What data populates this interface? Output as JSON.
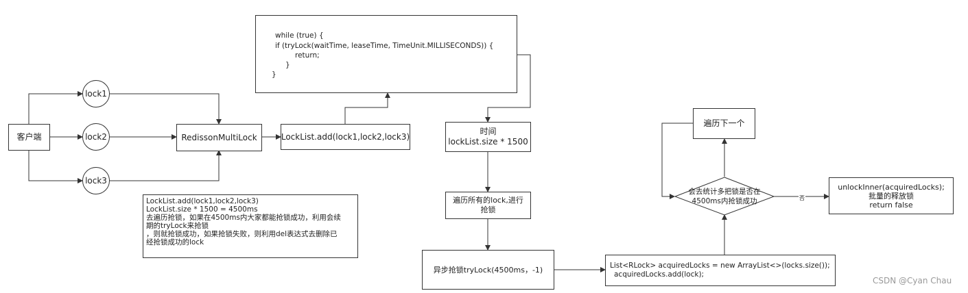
{
  "nodes": {
    "client": "客户端",
    "lock1": "lock1",
    "lock2": "lock2",
    "lock3": "lock3",
    "multilock": "RedissonMultiLock",
    "lock_list_add": "LockList.add(lock1,lock2,lock3)",
    "time_line1": "时间",
    "time_line2": "lockList.size * 1500",
    "iterate_line1": "遍历所有的lock,进行",
    "iterate_line2": "抢锁",
    "async_try": "异步抢锁tryLock(4500ms，-1)",
    "acquired_line1": "List<RLock> acquiredLocks = new ArrayList<>(locks.size());",
    "acquired_line2": "acquiredLocks.add(lock);",
    "decision_line1": "会去统计多把锁是否在",
    "decision_line2": "4500ms内抢锁成功",
    "next": "遍历下一个",
    "unlock_line1": "unlockInner(acquiredLocks);",
    "unlock_line2": "批量的释放锁",
    "unlock_line3": "return false",
    "no_label": "否"
  },
  "code_block": {
    "lines": [
      "while (true) {",
      "if (tryLock(waitTime, leaseTime, TimeUnit.MILLISECONDS)) {",
      "return;",
      "}",
      "}"
    ]
  },
  "note": {
    "lines": [
      "LockList.add(lock1,lock2,lock3)",
      "LockList.size * 1500 = 4500ms",
      "去遍历抢锁，如果在4500ms内大家都能抢锁成功，利用会续",
      "期的tryLock来抢锁",
      "，则就抢锁成功，如果抢锁失败，则利用del表达式去删除已",
      "经抢锁成功的lock"
    ]
  },
  "watermark": "CSDN @Cyan Chau",
  "colors": {
    "stroke": "#333333",
    "text": "#222222",
    "watermark": "#999999"
  }
}
